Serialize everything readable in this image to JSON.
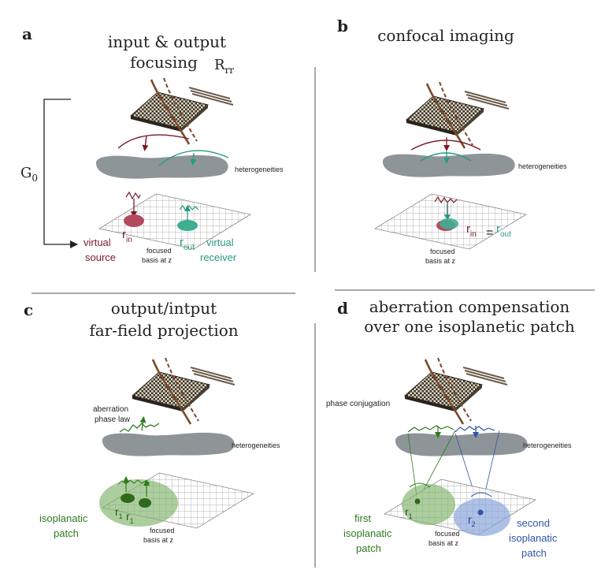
{
  "colors": {
    "maroon": "#7a1a2a",
    "teal": "#2a9a80",
    "green": "#2f7a1e",
    "blue": "#2f55a8",
    "gray_blob": "#8e9599",
    "text": "#222222"
  },
  "panels": {
    "a": {
      "letter": "a",
      "title_line1": "input & output",
      "title_line2": "focusing",
      "matrix_label": "R",
      "matrix_sub": "rr",
      "g_label": "G",
      "g_sub": "0",
      "heterogeneities": "heterogeneities",
      "r_in": "r",
      "r_in_sub": "in",
      "r_out": "r",
      "r_out_sub": "out",
      "virtual_source_1": "virtual",
      "virtual_source_2": "source",
      "virtual_receiver_1": "virtual",
      "virtual_receiver_2": "receiver",
      "focused_1": "focused",
      "focused_2": "basis at z"
    },
    "b": {
      "letter": "b",
      "title": "confocal imaging",
      "heterogeneities": "heterogeneities",
      "r_in": "r",
      "r_in_sub": "in",
      "equals": "=",
      "r_out": "r",
      "r_out_sub": "out",
      "focused_1": "focused",
      "focused_2": "basis at z"
    },
    "c": {
      "letter": "c",
      "title_line1": "output/intput",
      "title_line2": "far-field projection",
      "aberration_1": "aberration",
      "aberration_2": "phase law",
      "heterogeneities": "heterogeneities",
      "r1": "r",
      "r1_sub": "1",
      "r1b": "r",
      "r1b_sub": "1",
      "isoplanatic_1": "isoplanatic",
      "isoplanatic_2": "patch",
      "focused_1": "focused",
      "focused_2": "basis at z"
    },
    "d": {
      "letter": "d",
      "title_line1": "aberration compensation",
      "title_line2": "over one isoplanetic patch",
      "phase_conjugation": "phase conjugation",
      "heterogeneities": "heterogeneities",
      "r1": "r",
      "r1_sub": "1",
      "r2": "r",
      "r2_sub": "2",
      "first_1": "first",
      "first_2": "isoplanatic",
      "first_3": "patch",
      "second_1": "second",
      "second_2": "isoplanatic",
      "second_3": "patch",
      "focused_1": "focused",
      "focused_2": "basis at z"
    }
  }
}
